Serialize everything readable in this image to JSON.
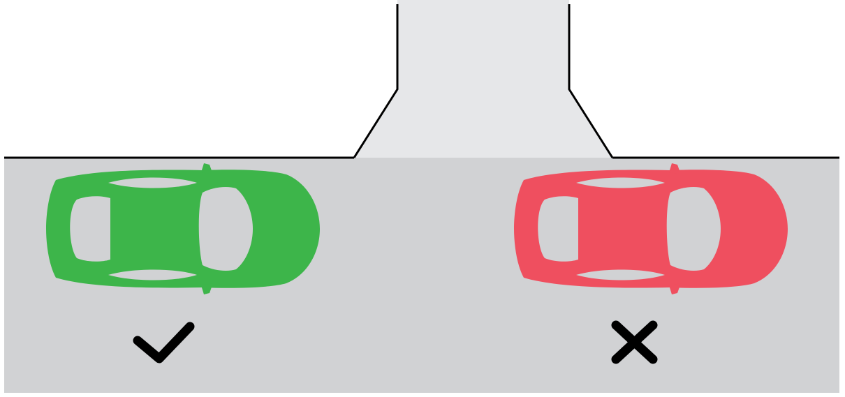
{
  "scene": {
    "background_color": "#ffffff",
    "road_color": "#d1d2d4",
    "driveway_color": "#e6e7e9",
    "outline_color": "#000000",
    "window_color": "#d1d2d4"
  },
  "cars": [
    {
      "name": "car-correct",
      "color": "#3db54a",
      "parking_status": "correct",
      "orientation": "facing-right",
      "marker": "check-icon"
    },
    {
      "name": "car-incorrect",
      "color": "#ef4f5f",
      "parking_status": "incorrect",
      "orientation": "facing-right",
      "marker": "x-icon"
    }
  ],
  "markers": {
    "correct_icon": "check-icon",
    "incorrect_icon": "x-icon",
    "icon_color": "#000000"
  }
}
